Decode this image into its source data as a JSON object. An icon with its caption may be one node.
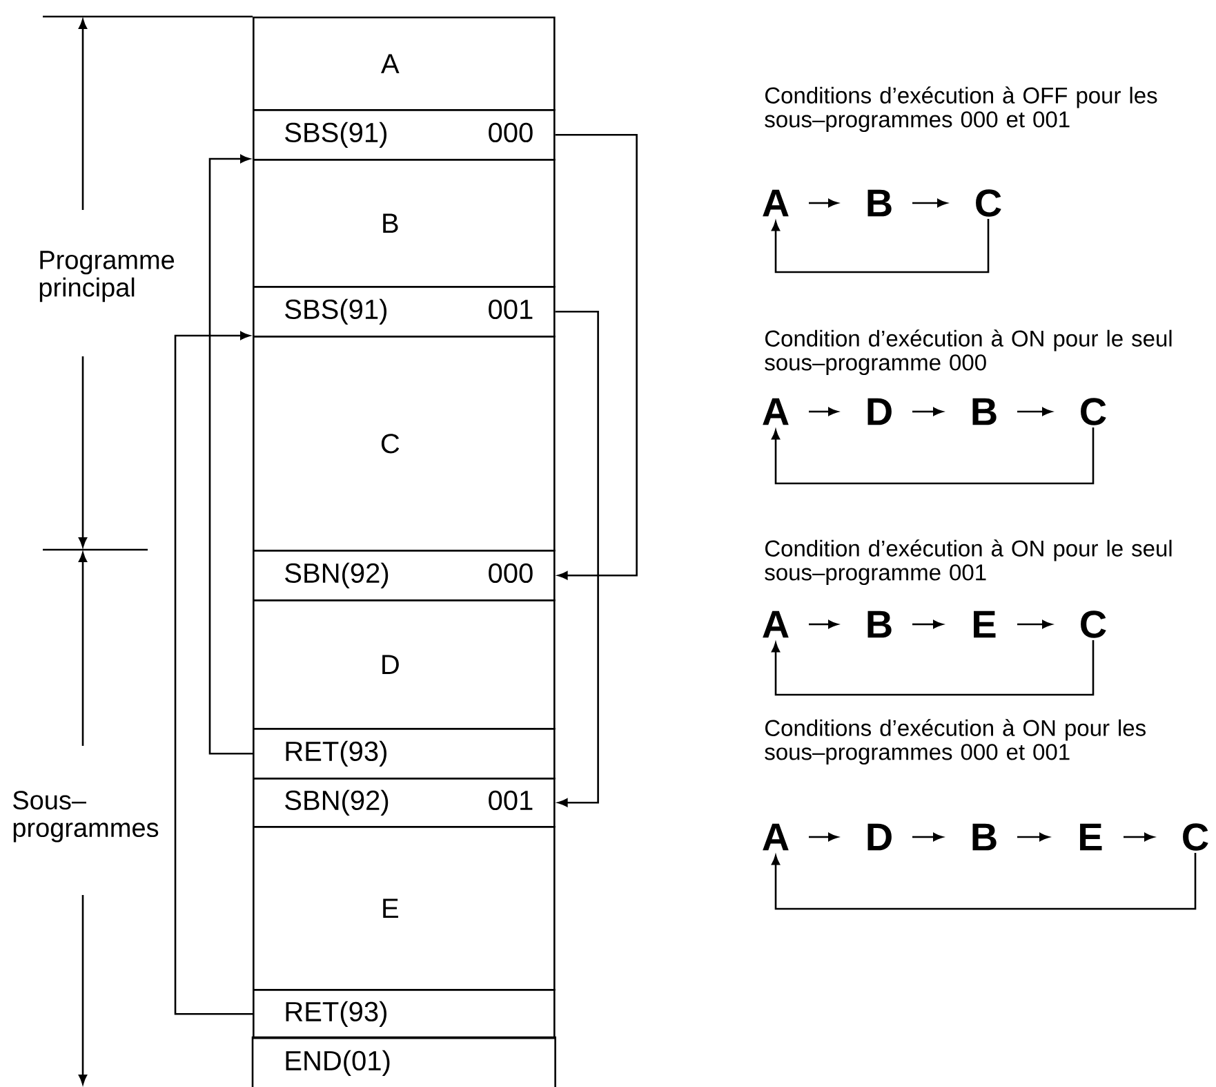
{
  "diagram": {
    "nodes": [
      {
        "text": [
          "A"
        ]
      },
      {
        "text": [
          "SBS(91)",
          "000"
        ]
      },
      {
        "text": [
          "B"
        ]
      },
      {
        "text": [
          "SBS(91)",
          "001"
        ]
      },
      {
        "text": [
          "C"
        ]
      },
      {
        "text": [
          "SBN(92)",
          "000"
        ]
      },
      {
        "text": [
          "D"
        ]
      },
      {
        "text": [
          "RET(93)"
        ]
      },
      {
        "text": [
          "SBN(92)",
          "001"
        ]
      },
      {
        "text": [
          "E"
        ]
      },
      {
        "text": [
          "RET(93)"
        ]
      },
      {
        "text": [
          "END(01)"
        ]
      },
      {
        "text": [
          "A"
        ]
      },
      {
        "text": [
          "B"
        ]
      },
      {
        "text": [
          "C"
        ]
      },
      {
        "text": [
          "A"
        ]
      },
      {
        "text": [
          "D"
        ]
      },
      {
        "text": [
          "B"
        ]
      },
      {
        "text": [
          "C"
        ]
      },
      {
        "text": [
          "A"
        ]
      },
      {
        "text": [
          "B"
        ]
      },
      {
        "text": [
          "E"
        ]
      },
      {
        "text": [
          "C"
        ]
      },
      {
        "text": [
          "A"
        ]
      },
      {
        "text": [
          "D"
        ]
      },
      {
        "text": [
          "B"
        ]
      },
      {
        "text": [
          "E"
        ]
      },
      {
        "text": [
          "C"
        ]
      }
    ],
    "edges": [
      {
        "from": 1,
        "to": 5,
        "arrow": "to"
      },
      {
        "from": 3,
        "to": 8,
        "arrow": "to"
      },
      {
        "from": 7,
        "to": 2,
        "arrow": "to"
      },
      {
        "from": 10,
        "to": 4,
        "arrow": "to"
      },
      {
        "from": 12,
        "to": 13,
        "arrow": "to"
      },
      {
        "from": 13,
        "to": 14,
        "arrow": "to"
      },
      {
        "from": 14,
        "to": 12,
        "arrow": "to"
      },
      {
        "from": 15,
        "to": 16,
        "arrow": "to"
      },
      {
        "from": 16,
        "to": 17,
        "arrow": "to"
      },
      {
        "from": 17,
        "to": 18,
        "arrow": "to"
      },
      {
        "from": 18,
        "to": 15,
        "arrow": "to"
      },
      {
        "from": 19,
        "to": 20,
        "arrow": "to"
      },
      {
        "from": 20,
        "to": 21,
        "arrow": "to"
      },
      {
        "from": 21,
        "to": 22,
        "arrow": "to"
      },
      {
        "from": 22,
        "to": 19,
        "arrow": "to"
      },
      {
        "from": 23,
        "to": 24,
        "arrow": "to"
      },
      {
        "from": 24,
        "to": 25,
        "arrow": "to"
      },
      {
        "from": 25,
        "to": 26,
        "arrow": "to"
      },
      {
        "from": 26,
        "to": 27,
        "arrow": "to"
      },
      {
        "from": 27,
        "to": 23,
        "arrow": "to"
      }
    ],
    "labels": [
      "Programme principal",
      "Sous–programmes",
      "Conditions d’exécution à OFF pour les sous–programmes 000 et 001",
      "Condition d’exécution à ON pour le seul sous–programme 000",
      "Condition d’exécution à ON pour le seul sous–programme 001",
      "Conditions d’exécution à ON pour les sous–programmes 000 et 001"
    ]
  }
}
